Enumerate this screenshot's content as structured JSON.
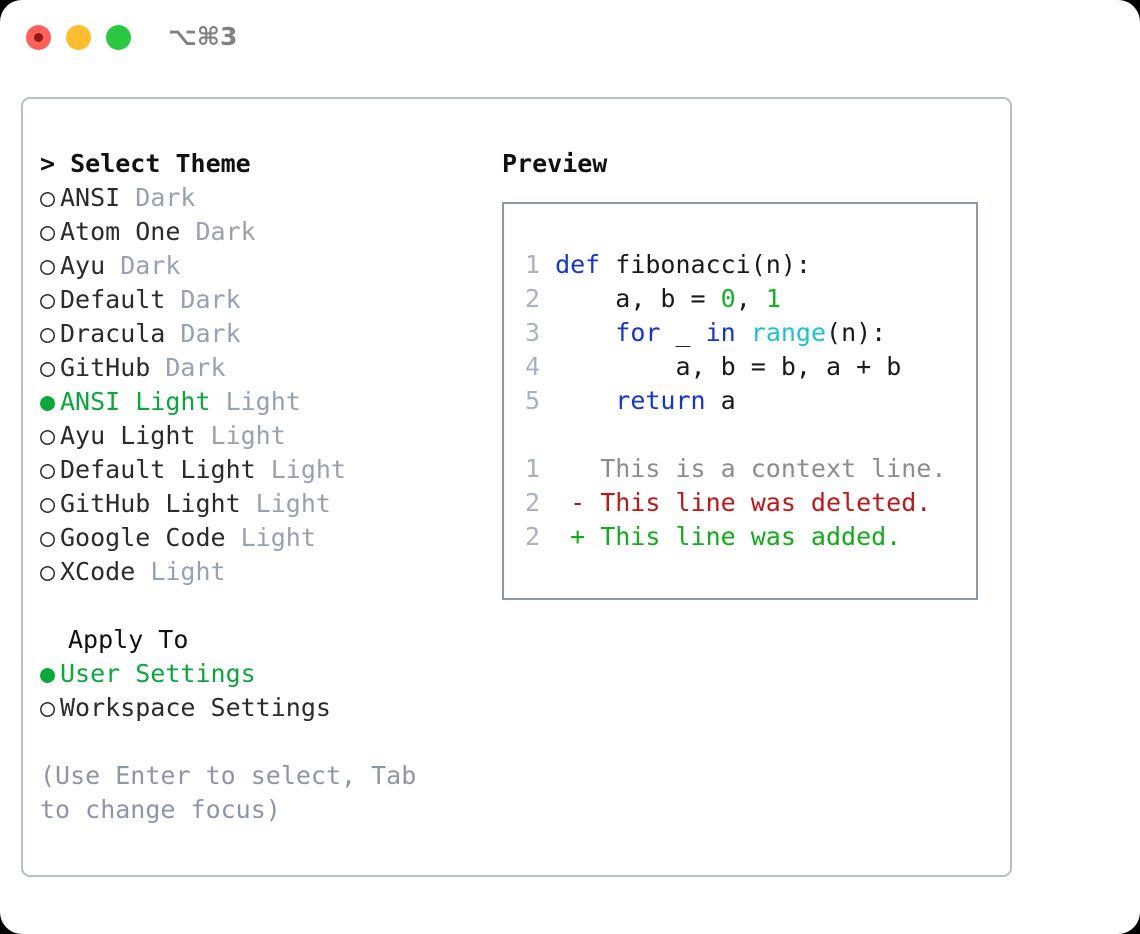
{
  "window": {
    "shortcut": "⌥⌘3",
    "traffic_lights": [
      "close",
      "minimize",
      "maximize"
    ],
    "colors": {
      "close": "#ff6159",
      "minimize": "#ffbd2e",
      "maximize": "#28c840",
      "accent_green": "#0aa83c",
      "muted": "#97a1b0",
      "hint": "#8d96a8",
      "panel_border": "#b6bfcb",
      "preview_border": "#8d99ab"
    }
  },
  "theme_panel": {
    "header": "> Select Theme",
    "items": [
      {
        "bullet": "○",
        "name": "ANSI",
        "suffix": "Dark",
        "selected": false
      },
      {
        "bullet": "○",
        "name": "Atom One",
        "suffix": "Dark",
        "selected": false
      },
      {
        "bullet": "○",
        "name": "Ayu",
        "suffix": "Dark",
        "selected": false
      },
      {
        "bullet": "○",
        "name": "Default",
        "suffix": "Dark",
        "selected": false
      },
      {
        "bullet": "○",
        "name": "Dracula",
        "suffix": "Dark",
        "selected": false
      },
      {
        "bullet": "○",
        "name": "GitHub",
        "suffix": "Dark",
        "selected": false
      },
      {
        "bullet": "●",
        "name": "ANSI Light",
        "suffix": "Light",
        "selected": true
      },
      {
        "bullet": "○",
        "name": "Ayu Light",
        "suffix": "Light",
        "selected": false
      },
      {
        "bullet": "○",
        "name": "Default Light",
        "suffix": "Light",
        "selected": false
      },
      {
        "bullet": "○",
        "name": "GitHub Light",
        "suffix": "Light",
        "selected": false
      },
      {
        "bullet": "○",
        "name": "Google Code",
        "suffix": "Light",
        "selected": false
      },
      {
        "bullet": "○",
        "name": "XCode",
        "suffix": "Light",
        "selected": false
      }
    ]
  },
  "apply_to": {
    "title": "Apply To",
    "items": [
      {
        "bullet": "●",
        "label": "User Settings",
        "selected": true
      },
      {
        "bullet": "○",
        "label": "Workspace Settings",
        "selected": false
      }
    ]
  },
  "hint": "(Use Enter to select, Tab to change focus)",
  "preview": {
    "title": "Preview",
    "code_lines": [
      {
        "n": "1",
        "tokens": [
          {
            "t": "def",
            "c": "kw"
          },
          {
            "t": " fibonacci(n):",
            "c": "plain"
          }
        ]
      },
      {
        "n": "2",
        "tokens": [
          {
            "t": "    a, b = ",
            "c": "plain"
          },
          {
            "t": "0",
            "c": "num"
          },
          {
            "t": ", ",
            "c": "plain"
          },
          {
            "t": "1",
            "c": "num"
          }
        ]
      },
      {
        "n": "3",
        "tokens": [
          {
            "t": "    ",
            "c": "plain"
          },
          {
            "t": "for",
            "c": "kw"
          },
          {
            "t": " _ ",
            "c": "plain"
          },
          {
            "t": "in",
            "c": "kw"
          },
          {
            "t": " ",
            "c": "plain"
          },
          {
            "t": "range",
            "c": "fn"
          },
          {
            "t": "(n):",
            "c": "plain"
          }
        ]
      },
      {
        "n": "4",
        "tokens": [
          {
            "t": "        a, b = b, a + b",
            "c": "plain"
          }
        ]
      },
      {
        "n": "5",
        "tokens": [
          {
            "t": "    ",
            "c": "plain"
          },
          {
            "t": "return",
            "c": "kw"
          },
          {
            "t": " a",
            "c": "plain"
          }
        ]
      }
    ],
    "diff_lines": [
      {
        "n": "1",
        "marker": " ",
        "text": " This is a context line.",
        "kind": "context"
      },
      {
        "n": "2",
        "marker": "-",
        "text": " This line was deleted.",
        "kind": "del"
      },
      {
        "n": "2",
        "marker": "+",
        "text": " This line was added.",
        "kind": "add"
      }
    ]
  }
}
